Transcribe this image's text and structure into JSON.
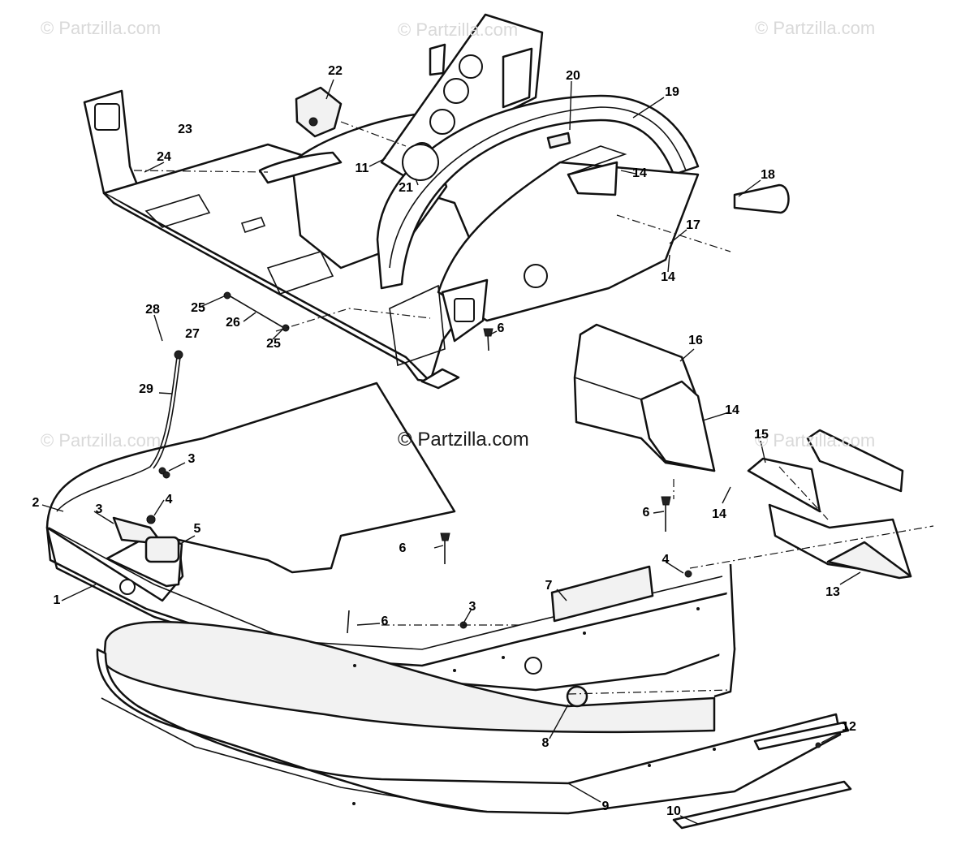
{
  "watermarks": {
    "top_left": "© Partzilla.com",
    "top_center": "© Partzilla.com",
    "top_right": "© Partzilla.com",
    "mid_left": "© Partzilla.com",
    "center": "© Partzilla.com",
    "mid_right": "© Partzilla.com"
  },
  "callouts": {
    "c1": "1",
    "c2": "2",
    "c3a": "3",
    "c3b": "3",
    "c3c": "3",
    "c4a": "4",
    "c4b": "4",
    "c5": "5",
    "c6a": "6",
    "c6b": "6",
    "c6c": "6",
    "c6d": "6",
    "c7": "7",
    "c8": "8",
    "c9": "9",
    "c10": "10",
    "c11": "11",
    "c12": "12",
    "c13": "13",
    "c14a": "14",
    "c14b": "14",
    "c14c": "14",
    "c14d": "14",
    "c15": "15",
    "c16": "16",
    "c17": "17",
    "c18": "18",
    "c19": "19",
    "c20": "20",
    "c21": "21",
    "c22": "22",
    "c23": "23",
    "c24": "24",
    "c25a": "25",
    "c25b": "25",
    "c26": "26",
    "c27": "27",
    "c28": "28",
    "c29": "29"
  }
}
